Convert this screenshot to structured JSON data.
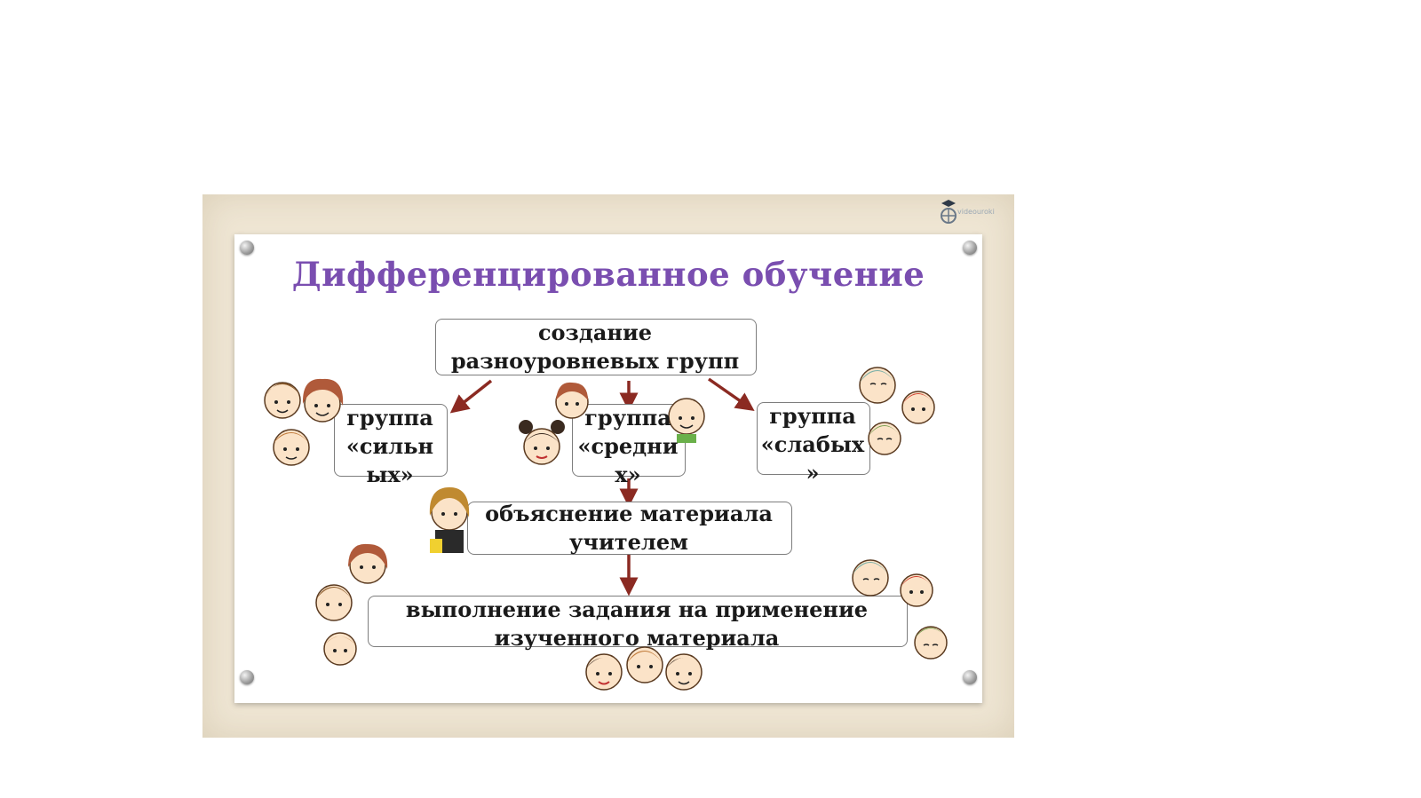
{
  "title": "Дифференцированное обучение",
  "logo": {
    "text": "videouroki"
  },
  "nodes": {
    "top": {
      "line1": "создание",
      "line2": "разноуровневых групп"
    },
    "strong": {
      "line1": "группа",
      "line2": "«сильн",
      "line3": "ых»"
    },
    "middle": {
      "line1": "группа",
      "line2": "«средни",
      "line3": "х»"
    },
    "weak": {
      "line1": "группа",
      "line2": "«слабых",
      "line3": "»"
    },
    "explain": {
      "line1": "объяснение материала",
      "line2": "учителем"
    },
    "task": {
      "line1": "выполнение задания на применение",
      "line2": "изученного материала"
    }
  },
  "colors": {
    "title": "#7a4eb0",
    "arrow": "#8b2a22",
    "box_border": "#7d7d7d",
    "background": "#efe6d4"
  }
}
